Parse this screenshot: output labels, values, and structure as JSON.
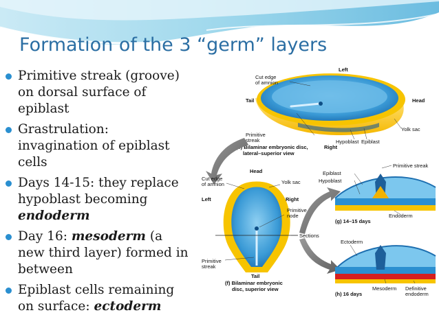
{
  "slide": {
    "title": "Formation of the 3 “germ” layers",
    "bullets": [
      {
        "pre": "Primitive streak (groove) on dorsal surface of epiblast",
        "em": "",
        "post": ""
      },
      {
        "pre": "Grastrulation: invagination of epiblast cells",
        "em": "",
        "post": ""
      },
      {
        "pre": "Days 14-15: they replace hypoblast becoming ",
        "em": "endoderm",
        "post": ""
      },
      {
        "pre": "Day 16:  ",
        "em": "mesoderm",
        "post": " (a new third layer) formed in between"
      },
      {
        "pre": "Epiblast cells remaining on surface:  ",
        "em": "ectoderm",
        "post": ""
      }
    ]
  },
  "figure": {
    "top": {
      "left": "Left",
      "cut_edge_1": "Cut edge",
      "cut_edge_2": "of amnion",
      "tail": "Tail",
      "head": "Head",
      "yolk_sac": "Yolk sac",
      "prim_streak_1": "Primitive",
      "prim_streak_2": "streak",
      "hypoblast": "Hypoblast",
      "epiblast": "Epiblast",
      "caption_1": "(e) Bilaminar embryonic disc,",
      "caption_right": "Right",
      "caption_2": "lateral–superior view"
    },
    "bottom": {
      "head": "Head",
      "cut_edge_1": "Cut edge",
      "cut_edge_2": "of amnion",
      "yolk_sac": "Yolk sac",
      "left": "Left",
      "right": "Right",
      "prim_node_1": "Primitive",
      "prim_node_2": "node",
      "sections": "Sections",
      "prim_streak_1": "Primitive",
      "prim_streak_2": "streak",
      "tail": "Tail",
      "caption_1": "(f) Bilaminar embryonic",
      "caption_2": "disc, superior view"
    },
    "right": {
      "primitive_streak": "Primitive streak",
      "epiblast": "Epiblast",
      "hypoblast": "Hypoblast",
      "endoderm": "Endoderm",
      "caption_g": "(g) 14–15 days",
      "ectoderm": "Ectoderm",
      "mesoderm": "Mesoderm",
      "definitive_1": "Definitive",
      "definitive_2": "endoderm",
      "caption_h": "(h) 16 days"
    }
  }
}
